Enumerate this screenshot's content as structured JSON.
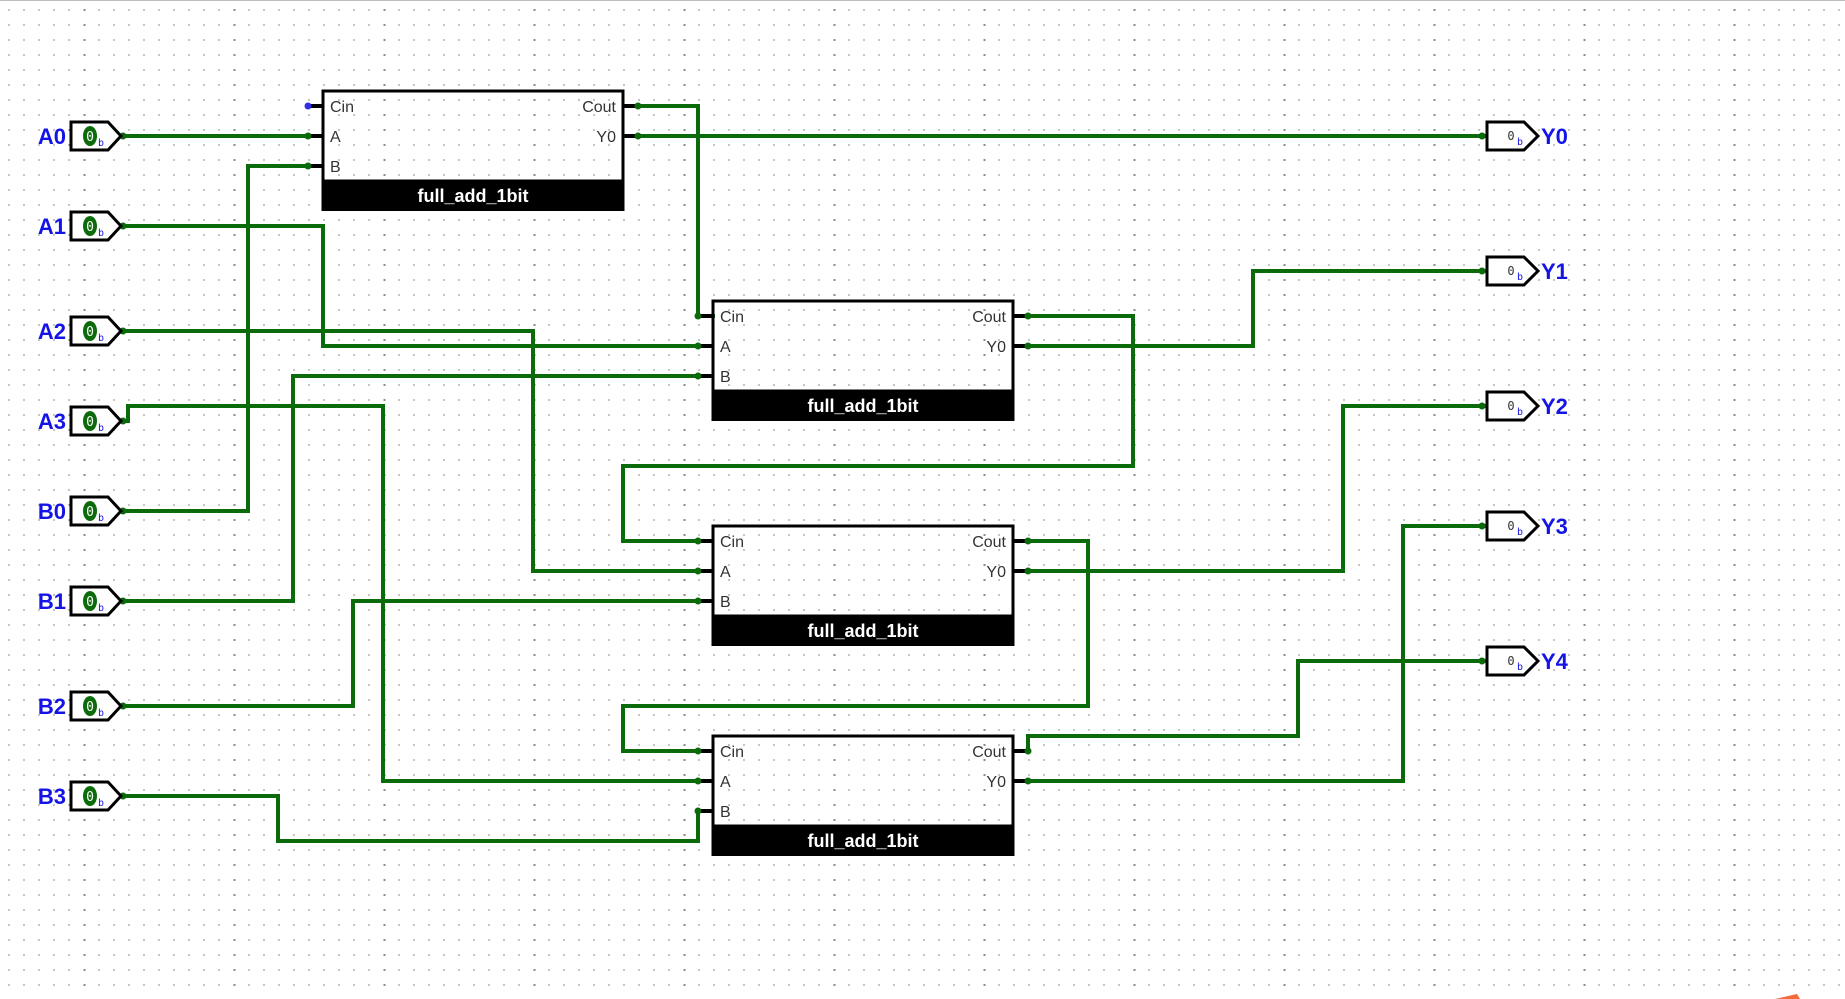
{
  "app": "Logisim circuit editor canvas",
  "colors": {
    "wire": "#0b6b0b",
    "label": "#1414e6",
    "grid_dot": "#8a8a8a",
    "component_stroke": "#000000",
    "unconnected_dot": "#2e2ee6",
    "corner_marker": "#f26b38"
  },
  "inputs": [
    {
      "name": "A0",
      "value": "0",
      "radix": "b"
    },
    {
      "name": "A1",
      "value": "0",
      "radix": "b"
    },
    {
      "name": "A2",
      "value": "0",
      "radix": "b"
    },
    {
      "name": "A3",
      "value": "0",
      "radix": "b"
    },
    {
      "name": "B0",
      "value": "0",
      "radix": "b"
    },
    {
      "name": "B1",
      "value": "0",
      "radix": "b"
    },
    {
      "name": "B2",
      "value": "0",
      "radix": "b"
    },
    {
      "name": "B3",
      "value": "0",
      "radix": "b"
    }
  ],
  "outputs": [
    {
      "name": "Y0",
      "value": "0",
      "radix": "b"
    },
    {
      "name": "Y1",
      "value": "0",
      "radix": "b"
    },
    {
      "name": "Y2",
      "value": "0",
      "radix": "b"
    },
    {
      "name": "Y3",
      "value": "0",
      "radix": "b"
    },
    {
      "name": "Y4",
      "value": "0",
      "radix": "b"
    }
  ],
  "blocks": [
    {
      "title": "full_add_1bit",
      "ports_in": [
        "Cin",
        "A",
        "B"
      ],
      "ports_out": [
        "Cout",
        "Y0"
      ]
    },
    {
      "title": "full_add_1bit",
      "ports_in": [
        "Cin",
        "A",
        "B"
      ],
      "ports_out": [
        "Cout",
        "Y0"
      ]
    },
    {
      "title": "full_add_1bit",
      "ports_in": [
        "Cin",
        "A",
        "B"
      ],
      "ports_out": [
        "Cout",
        "Y0"
      ]
    },
    {
      "title": "full_add_1bit",
      "ports_in": [
        "Cin",
        "A",
        "B"
      ],
      "ports_out": [
        "Cout",
        "Y0"
      ]
    }
  ],
  "connections": [
    {
      "from": "A0",
      "to": "block1.A"
    },
    {
      "from": "B0",
      "to": "block1.B"
    },
    {
      "from": "block1.Y0",
      "to": "Y0"
    },
    {
      "from": "block1.Cout",
      "to": "block2.Cin"
    },
    {
      "from": "A1",
      "to": "block2.A"
    },
    {
      "from": "B1",
      "to": "block2.B"
    },
    {
      "from": "block2.Y0",
      "to": "Y1"
    },
    {
      "from": "block2.Cout",
      "to": "block3.Cin"
    },
    {
      "from": "A2",
      "to": "block3.A"
    },
    {
      "from": "B2",
      "to": "block3.B"
    },
    {
      "from": "block3.Y0",
      "to": "Y2"
    },
    {
      "from": "block3.Cout",
      "to": "block4.Cin"
    },
    {
      "from": "A3",
      "to": "block4.A"
    },
    {
      "from": "B3",
      "to": "block4.B"
    },
    {
      "from": "block4.Y0",
      "to": "Y3"
    },
    {
      "from": "block4.Cout",
      "to": "Y4"
    }
  ],
  "unconnected": [
    "block1.Cin"
  ]
}
